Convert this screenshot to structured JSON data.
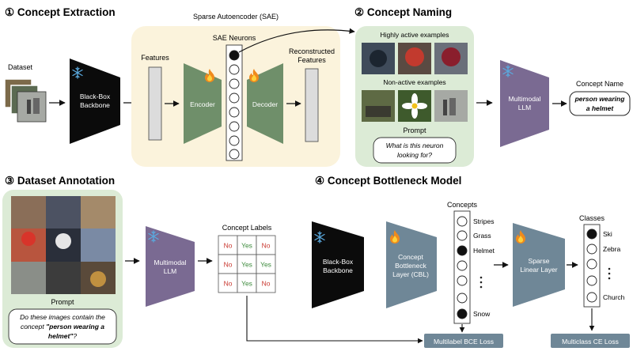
{
  "sections": {
    "extraction": "① Concept Extraction",
    "naming": "② Concept Naming",
    "annotation": "③ Dataset Annotation",
    "cbm": "④ Concept Bottleneck Model"
  },
  "extraction": {
    "dataset": "Dataset",
    "backbone": [
      "Black-Box",
      "Backbone"
    ],
    "sae_title": "Sparse Autoencoder (SAE)",
    "features": "Features",
    "sae_neurons": "SAE Neurons",
    "encoder": "Encoder",
    "decoder": "Decoder",
    "reconstructed": [
      "Reconstructed",
      "Features"
    ]
  },
  "naming": {
    "highly_active": "Highly active examples",
    "non_active": "Non-active examples",
    "prompt_label": "Prompt",
    "prompt_text": [
      "What is this neuron",
      "looking for?"
    ],
    "llm": [
      "Multimodal",
      "LLM"
    ],
    "concept_name_label": "Concept Name",
    "concept_name": [
      "person wearing",
      "a helmet"
    ]
  },
  "annotation": {
    "prompt_label": "Prompt",
    "prompt_pre": "Do these images contain the",
    "prompt_concept_pre": "concept ",
    "prompt_concept": "\"person wearing a",
    "prompt_concept2": "helmet\"",
    "prompt_end": "?",
    "llm": [
      "Multimodal",
      "LLM"
    ],
    "labels_title": "Concept Labels",
    "grid": [
      [
        "No",
        "Yes",
        "No"
      ],
      [
        "No",
        "Yes",
        "Yes"
      ],
      [
        "No",
        "Yes",
        "No"
      ]
    ]
  },
  "cbm": {
    "backbone": [
      "Black-Box",
      "Backbone"
    ],
    "cbl": [
      "Concept",
      "Bottleneck",
      "Layer (CBL)"
    ],
    "concepts_title": "Concepts",
    "concepts": [
      "Stripes",
      "Grass",
      "Helmet",
      "Snow"
    ],
    "sparse": [
      "Sparse",
      "Linear Layer"
    ],
    "classes_title": "Classes",
    "classes": [
      "Ski",
      "Zebra",
      "Church"
    ],
    "bce_loss": "Multilabel BCE Loss",
    "ce_loss": "Multiclass CE Loss"
  },
  "colors": {
    "sae_bg": "#fbf3dc",
    "naming_bg": "#dcebd6",
    "annotation_bg": "#dcebd6",
    "encoder": "#6f8f6a",
    "llm": "#7a6a92",
    "cbl": "#6f8797",
    "loss_box": "#6f8797",
    "yes": "#3b8a3b",
    "no": "#c8382f"
  },
  "icons": [
    "snowflake-icon",
    "flame-icon",
    "dots-vertical-icon"
  ]
}
